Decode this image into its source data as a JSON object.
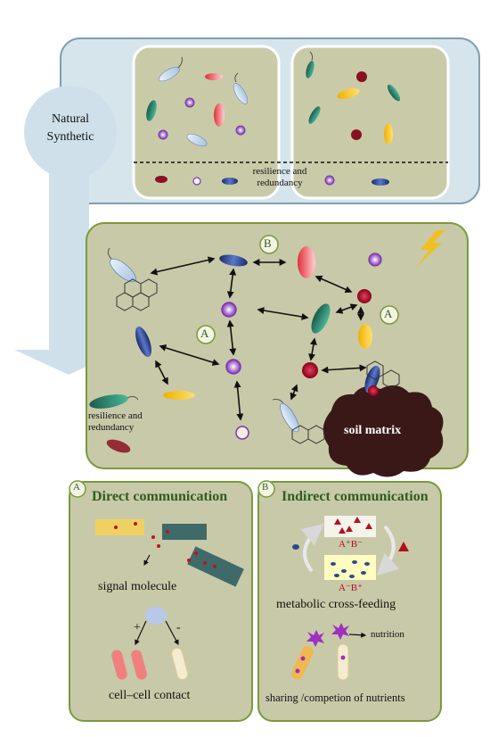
{
  "top": {
    "circle_line1": "Natural",
    "circle_line2": "Synthetic",
    "resilience": "resilience and\nredundancy"
  },
  "middle": {
    "label_a": "A",
    "label_b": "B",
    "resilience": "resilience and\nredundancy",
    "soil_matrix": "soil matrix"
  },
  "panel_a": {
    "badge": "A",
    "title": "Direct communication",
    "signal_molecule": "signal molecule",
    "plus": "+",
    "minus": "-",
    "cell_contact": "cell–cell contact"
  },
  "panel_b": {
    "badge": "B",
    "title": "Indirect communication",
    "ab_top": "A⁺B⁻",
    "ab_bottom": "A⁻B⁺",
    "cross_feeding": "metabolic cross-feeding",
    "nutrition": "nutrition",
    "sharing": "sharing /competion of nutrients"
  },
  "colors": {
    "top_bg": "#cfe0e8",
    "middle_bg": "#c8c9a8",
    "panel_border": "#7a9a3c",
    "soil": "#3a1a1a"
  }
}
